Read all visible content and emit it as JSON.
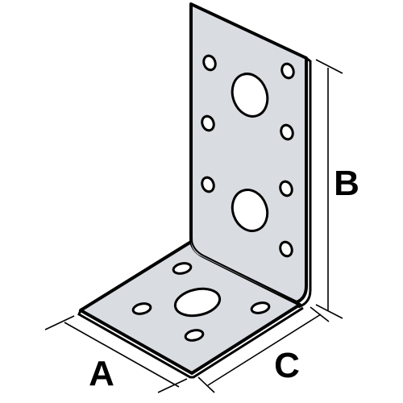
{
  "labels": {
    "width_a": "A",
    "height_b": "B",
    "depth_c": "C"
  },
  "colors": {
    "plate_fill": "#d9dde2",
    "plate_edge": "#000000",
    "fold_shade": "#c2c7cd",
    "background": "#ffffff"
  }
}
